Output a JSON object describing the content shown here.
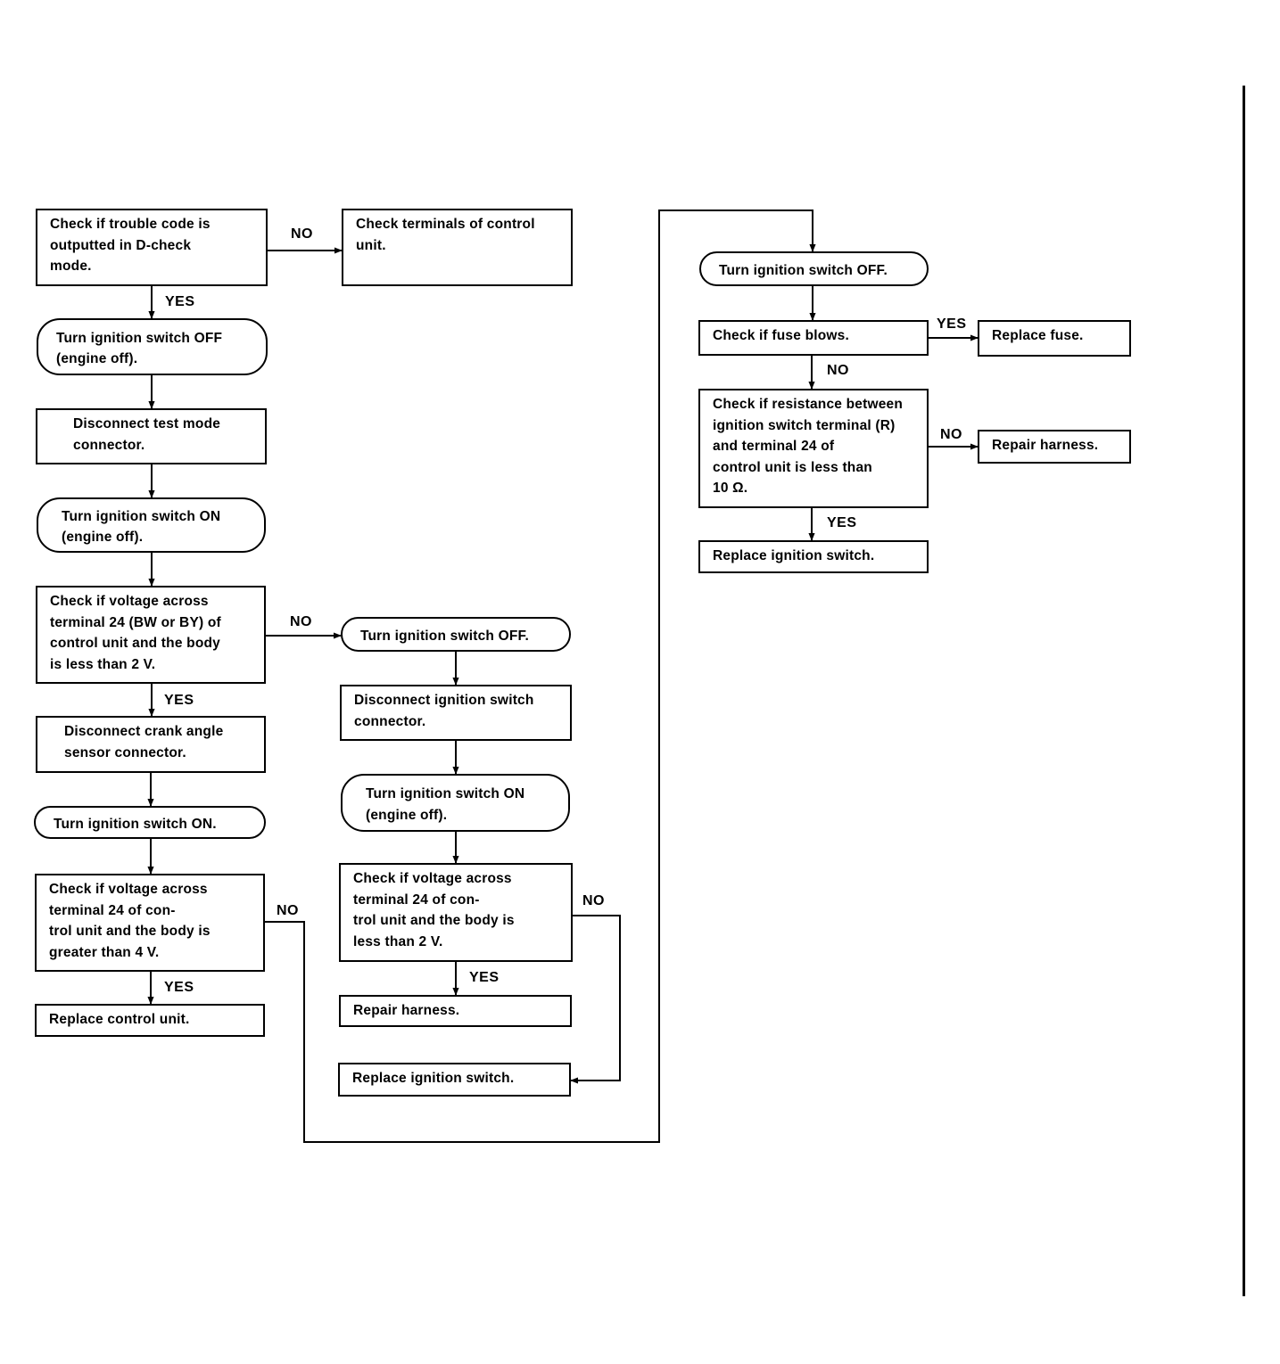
{
  "flowchart": {
    "nodes": {
      "n1": "Check if trouble code is\noutputted in D-check\nmode.",
      "n1_no": "Check terminals of control\nunit.",
      "n2": "Turn ignition switch OFF\n(engine off).",
      "n3": "Disconnect test mode\nconnector.",
      "n4": "Turn ignition switch ON\n(engine off).",
      "n5": "Check if voltage across\nterminal 24 (BW or BY) of\ncontrol unit and the body\nis less than 2 V.",
      "n6": "Disconnect crank angle\nsensor connector.",
      "n7": "Turn ignition switch ON.",
      "n8": "Check if voltage across\nterminal 24 of con-\ntrol unit and the body is\ngreater than 4 V.",
      "n9": "Replace control unit.",
      "m1": "Turn ignition switch OFF.",
      "m2": "Disconnect ignition switch\nconnector.",
      "m3": "Turn ignition switch ON\n(engine off).",
      "m4": "Check if voltage across\nterminal 24 of con-\ntrol unit and the body is\nless than 2 V.",
      "m5": "Repair harness.",
      "m6": "Replace ignition switch.",
      "r1": "Turn ignition switch OFF.",
      "r2": "Check if fuse blows.",
      "r2_yes": "Replace fuse.",
      "r3": "Check if resistance between\nignition switch terminal (R)\nand terminal 24 of\ncontrol unit is less than\n10 Ω.",
      "r3_no": "Repair harness.",
      "r4": "Replace ignition switch."
    },
    "labels": {
      "yes": "YES",
      "no": "NO"
    }
  }
}
